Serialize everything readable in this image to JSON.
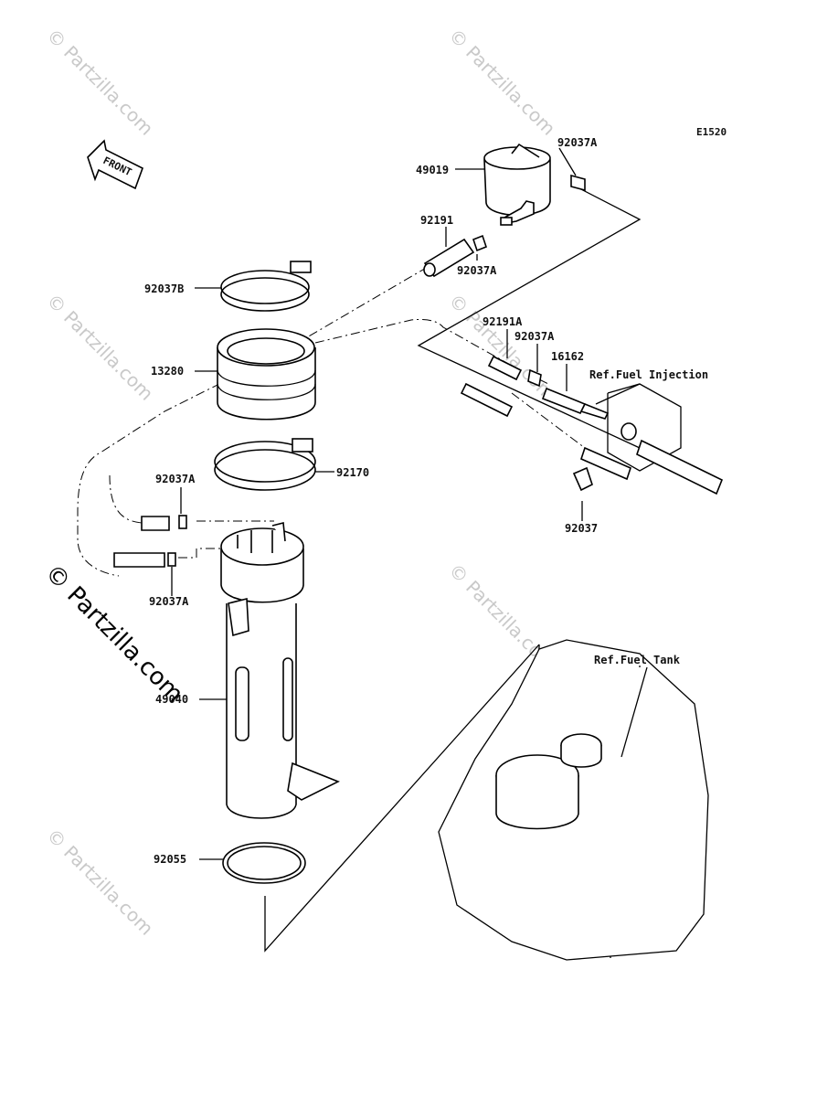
{
  "diagram_code": "E1520",
  "front_label": "FRONT",
  "watermark": "© Partzilla.com",
  "parts": {
    "p92037A_top": "92037A",
    "p49019": "49019",
    "p92191": "92191",
    "p92037A_mid": "92037A",
    "p92037B": "92037B",
    "p13280": "13280",
    "p92191A": "92191A",
    "p92037A_r": "92037A",
    "p16162": "16162",
    "ref_fuel_injection": "Ref.Fuel Injection",
    "p92170": "92170",
    "p92037A_l1": "92037A",
    "p92037": "92037",
    "p92037A_l2": "92037A",
    "p49040": "49040",
    "ref_fuel_tank": "Ref.Fuel Tank",
    "p92055": "92055"
  }
}
